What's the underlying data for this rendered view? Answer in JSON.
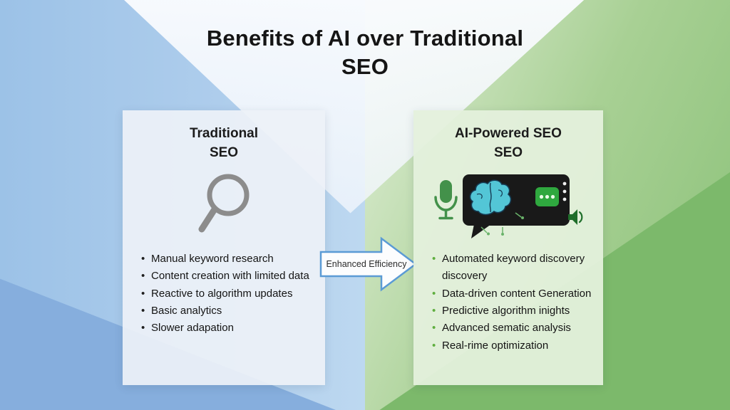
{
  "title": {
    "line1": "Benefits of AI over Traditional",
    "line2": "SEO"
  },
  "left_card": {
    "heading_line1": "Traditional",
    "heading_line2": "SEO",
    "icon": "magnifier-icon",
    "items": [
      "Manual keyword research",
      "Content creation with limited data",
      "Reactive to algorithm updates",
      "Basic analytics",
      "Slower adapation"
    ]
  },
  "arrow": {
    "label": "Enhanced Efficiency"
  },
  "right_card": {
    "heading_line1": "AI-Powered SEO",
    "heading_line2": "SEO",
    "icon": "ai-chat-brain-icon",
    "items": [
      "Automated keyword discovery discovery",
      "Data-driven content Generation",
      "Predictive algorithm inights",
      "Advanced sematic analysis",
      "Real-rime optimization"
    ]
  },
  "colors": {
    "background_blue": "#aecdea",
    "background_green": "#8ac178",
    "dark_blue_triangle": "#86aedd",
    "dark_green_triangle": "#7cb96b",
    "left_card_bg": "#edf1f8",
    "right_card_bg": "#e4f0dc",
    "arrow_stroke": "#5b9bd5",
    "bullet_green": "#5fae3f",
    "magnifier_gray": "#8c8c8c",
    "mic_green": "#43914a",
    "bubble_dark": "#191919",
    "brain_teal": "#53c6d6",
    "message_square_green": "#2fa83f",
    "text_dark": "#151515"
  }
}
